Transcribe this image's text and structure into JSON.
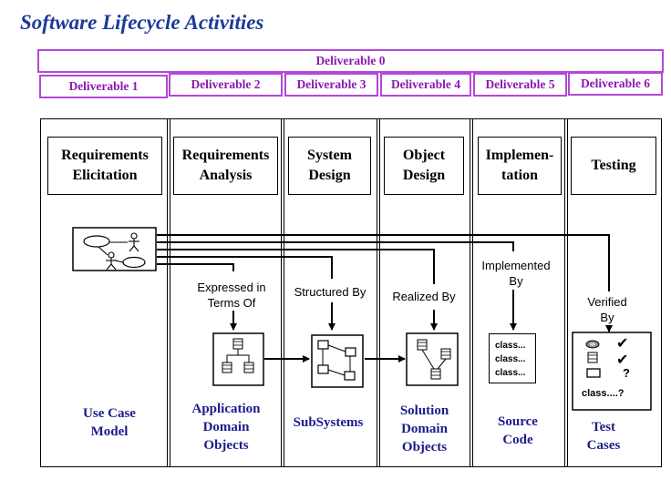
{
  "title": "Software Lifecycle Activities",
  "deliverables": {
    "d0": "Deliverable 0",
    "d1": "Deliverable 1",
    "d2": "Deliverable 2",
    "d3": "Deliverable 3",
    "d4": "Deliverable 4",
    "d5": "Deliverable 5",
    "d6": "Deliverable 6"
  },
  "phases": [
    "Requirements\nElicitation",
    "Requirements\nAnalysis",
    "System\nDesign",
    "Object\nDesign",
    "Implemen-\ntation",
    "Testing"
  ],
  "relations": {
    "expressed": "Expressed in\nTerms Of",
    "structured": "Structured By",
    "realized": "Realized By",
    "implemented": "Implemented\nBy",
    "verified": "Verified\nBy"
  },
  "models": [
    "Use Case\nModel",
    "Application\nDomain\nObjects",
    "SubSystems",
    "Solution\nDomain\nObjects",
    "Source\nCode",
    "Test\nCases"
  ],
  "code_lines": [
    "class...",
    "class...",
    "class..."
  ],
  "test_items": {
    "check1": "✔",
    "check2": "✔",
    "q1": "?",
    "class_line": "class....?"
  },
  "colors": {
    "title": "#1a3a9c",
    "deliverable_border": "#b347d9",
    "deliverable_text": "#8b1ab0",
    "model_text": "#1c1c8c"
  }
}
